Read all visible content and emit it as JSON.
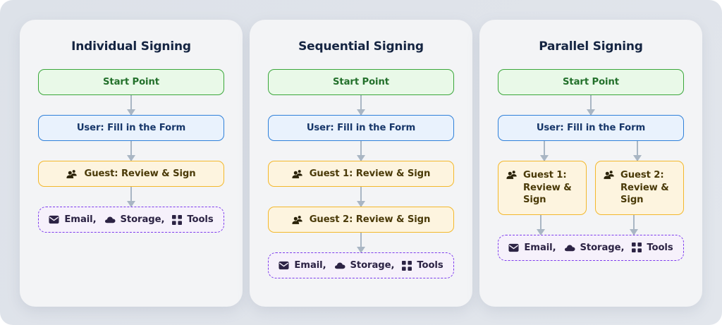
{
  "page": {
    "background_color": "#dfe3ea",
    "card_background": "#f3f4f6"
  },
  "palette": {
    "start_fill": "#e9f9e8",
    "start_border": "#3aa63a",
    "start_text": "#23702b",
    "user_fill": "#e9f2fd",
    "user_border": "#2f80d9",
    "user_text": "#17376a",
    "guest_fill": "#fdf4df",
    "guest_border": "#f3b82c",
    "guest_text": "#4a3a08",
    "integrations_fill": "#f6f1fb",
    "integrations_border": "#7c3aed",
    "integrations_text": "#2c2344",
    "connector": "#a9b6c4",
    "title_text": "#152542"
  },
  "integrations": {
    "items": [
      {
        "icon": "envelope-icon",
        "label": "Email,"
      },
      {
        "icon": "cloud-icon",
        "label": "Storage,"
      },
      {
        "icon": "grid-tools-icon",
        "label": "Tools"
      }
    ]
  },
  "cards": [
    {
      "title": "Individual Signing",
      "nodes": {
        "start": "Start Point",
        "user": "User: Fill in the Form",
        "guest": "Guest: Review & Sign"
      }
    },
    {
      "title": "Sequential Signing",
      "nodes": {
        "start": "Start Point",
        "user": "User: Fill in the Form",
        "guest1": "Guest 1: Review & Sign",
        "guest2": "Guest 2: Review & Sign"
      }
    },
    {
      "title": "Parallel Signing",
      "nodes": {
        "start": "Start Point",
        "user": "User: Fill in the Form",
        "guest1": "Guest 1: Review & Sign",
        "guest2": "Guest 2: Review & Sign"
      }
    }
  ]
}
